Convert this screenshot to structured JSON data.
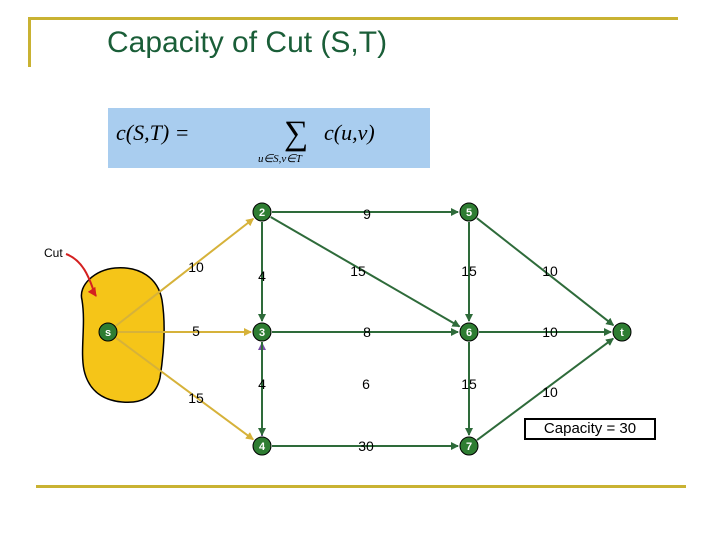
{
  "slide": {
    "title": "Capacity of Cut (S,T)",
    "formula": {
      "lhs": "c(S,T) =",
      "sum": "∑",
      "subscript": "u∈S,v∈T",
      "term": "c(u,v)"
    },
    "cut_label": "Cut",
    "capacity_label": "Capacity = 30"
  },
  "colors": {
    "frame": "#c9b232",
    "title": "#1a5e38",
    "formula_bg": "#a9cdef",
    "cut_region": "#f5c518",
    "cut_arrow": "#d42020",
    "edge_normal": "#2e6b3a",
    "edge_cut": "#d6b23a",
    "edge_back": "#7a4ea8",
    "node_fill": "#2e7d32",
    "node_text": "#ffffff",
    "label": "#000000"
  },
  "nodes": [
    {
      "id": "s",
      "label": "s"
    },
    {
      "id": "a",
      "label": "2"
    },
    {
      "id": "b",
      "label": "5"
    },
    {
      "id": "c",
      "label": "3"
    },
    {
      "id": "d",
      "label": "6"
    },
    {
      "id": "e",
      "label": "4"
    },
    {
      "id": "f",
      "label": "7"
    },
    {
      "id": "t",
      "label": "t"
    }
  ],
  "edges": [
    {
      "from": "s",
      "to": "a",
      "label": "10",
      "style": "cut"
    },
    {
      "from": "s",
      "to": "c",
      "label": "5",
      "style": "cut"
    },
    {
      "from": "s",
      "to": "e",
      "label": "15",
      "style": "cut"
    },
    {
      "from": "a",
      "to": "b",
      "label": "9",
      "style": "normal"
    },
    {
      "from": "a",
      "to": "c",
      "label": "4",
      "style": "normal"
    },
    {
      "from": "a",
      "to": "d",
      "label": "15",
      "style": "normal"
    },
    {
      "from": "b",
      "to": "d",
      "label": "15",
      "style": "normal"
    },
    {
      "from": "b",
      "to": "t",
      "label": "10",
      "style": "normal"
    },
    {
      "from": "c",
      "to": "d",
      "label": "8",
      "style": "normal"
    },
    {
      "from": "d",
      "to": "t",
      "label": "10",
      "style": "normal"
    },
    {
      "from": "d",
      "to": "f",
      "label": "15",
      "style": "normal"
    },
    {
      "from": "e",
      "to": "c",
      "label": "6",
      "style": "back"
    },
    {
      "from": "e",
      "to": "f",
      "label": "30",
      "style": "normal"
    },
    {
      "from": "c",
      "to": "e",
      "label": "4",
      "style": "normal"
    },
    {
      "from": "f",
      "to": "t",
      "label": "10",
      "style": "normal"
    }
  ]
}
